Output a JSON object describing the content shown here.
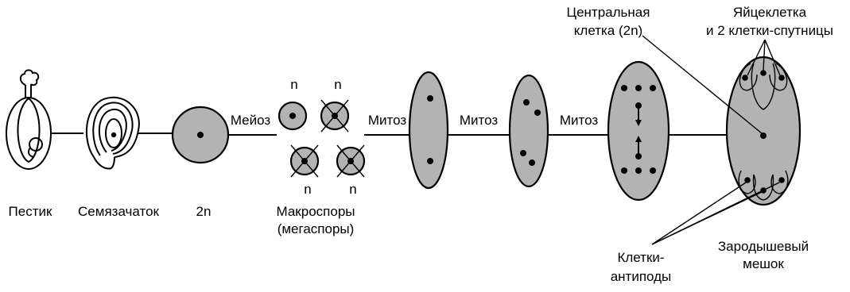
{
  "labels": {
    "pistil": "Пестик",
    "ovule": "Семязачаток",
    "diploid": "2n",
    "meiosis": "Мейоз",
    "mitosis_1": "Митоз",
    "mitosis_2": "Митоз",
    "mitosis_3": "Митоз",
    "haploid_1": "n",
    "haploid_2": "n",
    "haploid_3": "n",
    "haploid_4": "n",
    "macrospores_line1": "Макроспоры",
    "macrospores_line2": "(мегаспоры)",
    "central_cell_line1": "Центральная",
    "central_cell_line2": "клетка (2n)",
    "egg_cell_line1": "Яйцеклетка",
    "egg_cell_line2": "и 2 клетки-спутницы",
    "antipodal_line1": "Клетки-",
    "antipodal_line2": "антиподы",
    "embryo_sac_line1": "Зародышевый",
    "embryo_sac_line2": "мешок"
  },
  "colors": {
    "cell_fill": "#b3b3b3",
    "outline": "#000000",
    "background": "#ffffff"
  }
}
